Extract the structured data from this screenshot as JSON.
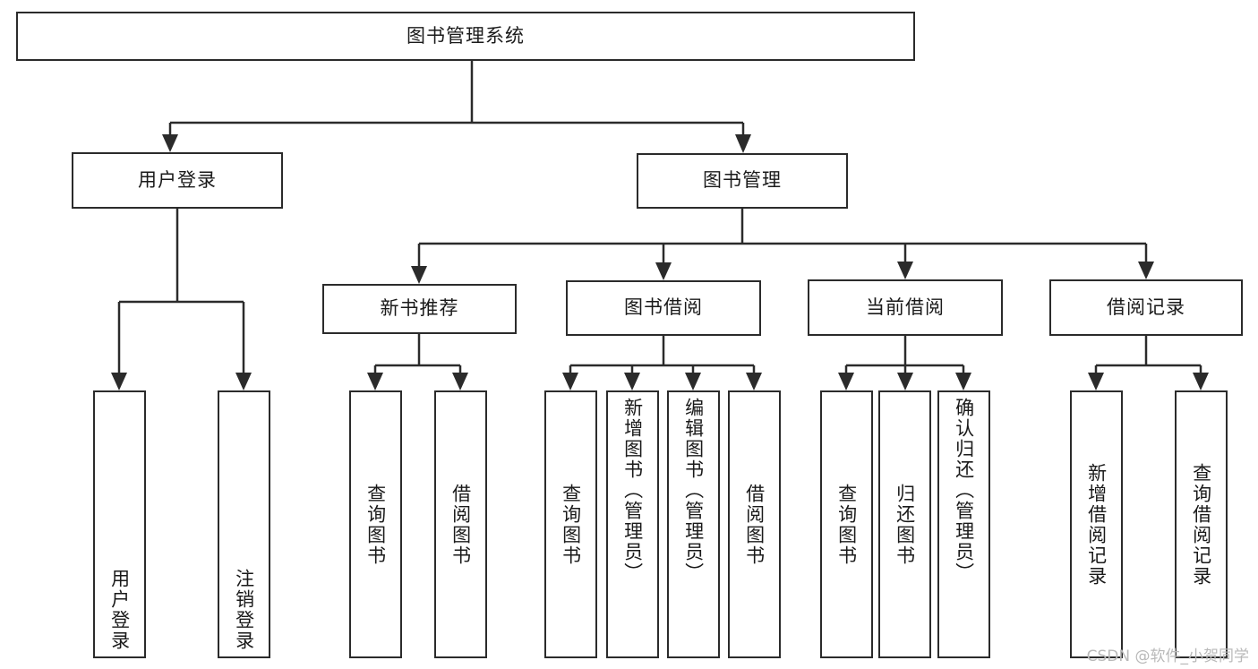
{
  "diagram": {
    "title": "图书管理系统",
    "type": "function-tree",
    "watermark": "CSDN @软件_小贺同学",
    "colors": {
      "stroke": "#2b2b2b",
      "fill": "#ffffff",
      "text": "#1a1a1a",
      "watermark": "#b9b9b9"
    },
    "root": {
      "label": "图书管理系统"
    },
    "level2": [
      {
        "label": "用户登录"
      },
      {
        "label": "图书管理"
      }
    ],
    "level3": [
      {
        "label": "新书推荐"
      },
      {
        "label": "图书借阅"
      },
      {
        "label": "当前借阅"
      },
      {
        "label": "借阅记录"
      }
    ],
    "leaves": {
      "user_login": [
        {
          "label": "用户登录"
        },
        {
          "label": "注销登录"
        }
      ],
      "new_book_recommend": [
        {
          "label": "查询图书"
        },
        {
          "label": "借阅图书"
        }
      ],
      "book_borrow": [
        {
          "label": "查询图书"
        },
        {
          "label": "新增图书（管理员）"
        },
        {
          "label": "编辑图书（管理员）"
        },
        {
          "label": "借阅图书"
        }
      ],
      "current_borrow": [
        {
          "label": "查询图书"
        },
        {
          "label": "归还图书"
        },
        {
          "label": "确认归还（管理员）"
        }
      ],
      "borrow_record": [
        {
          "label": "新增借阅记录"
        },
        {
          "label": "查询借阅记录"
        }
      ]
    }
  }
}
